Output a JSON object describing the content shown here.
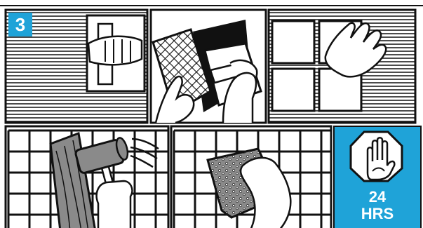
{
  "step": {
    "number": "3",
    "badge_color": "#1fa3d8"
  },
  "wait_panel": {
    "line1": "24",
    "line2": "HRS",
    "bg_color": "#1fa3d8",
    "icon": "stop-hand-icon"
  },
  "colors": {
    "ink": "#111111",
    "paper": "#ffffff",
    "tile_gray": "#8a8a8a",
    "grout_gray": "#9a9a9a"
  },
  "panels": [
    {
      "icon": "trowel-spreading-adhesive-icon"
    },
    {
      "icon": "tile-mesh-and-trowel-icon"
    },
    {
      "icon": "pressing-tile-icon"
    },
    {
      "icon": "mallet-tapping-tile-icon"
    },
    {
      "icon": "sponge-wiping-grout-icon"
    },
    {
      "icon": "stop-hand-icon"
    }
  ]
}
